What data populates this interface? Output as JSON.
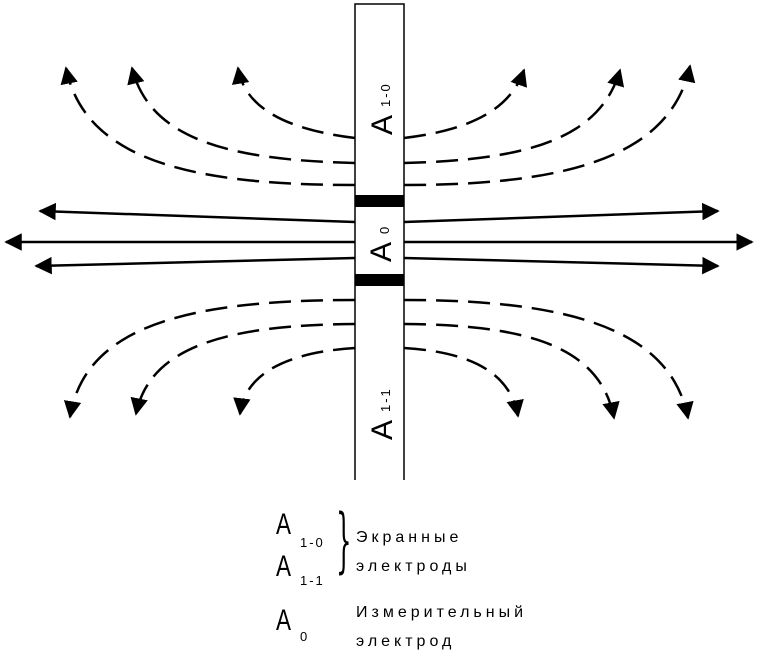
{
  "electrodes": {
    "upper": {
      "letter": "A",
      "sub": "1-0"
    },
    "center": {
      "letter": "A",
      "sub": "0"
    },
    "lower": {
      "letter": "A",
      "sub": "1-1"
    }
  },
  "legend": {
    "screen": {
      "sym1": "A",
      "sub1": "1-0",
      "sym2": "A",
      "sub2": "1-1",
      "line1": "Экранные",
      "line2": "электроды"
    },
    "measure": {
      "sym": "A",
      "sub": "0",
      "line1": "Измерительный",
      "line2": "электрод"
    }
  }
}
